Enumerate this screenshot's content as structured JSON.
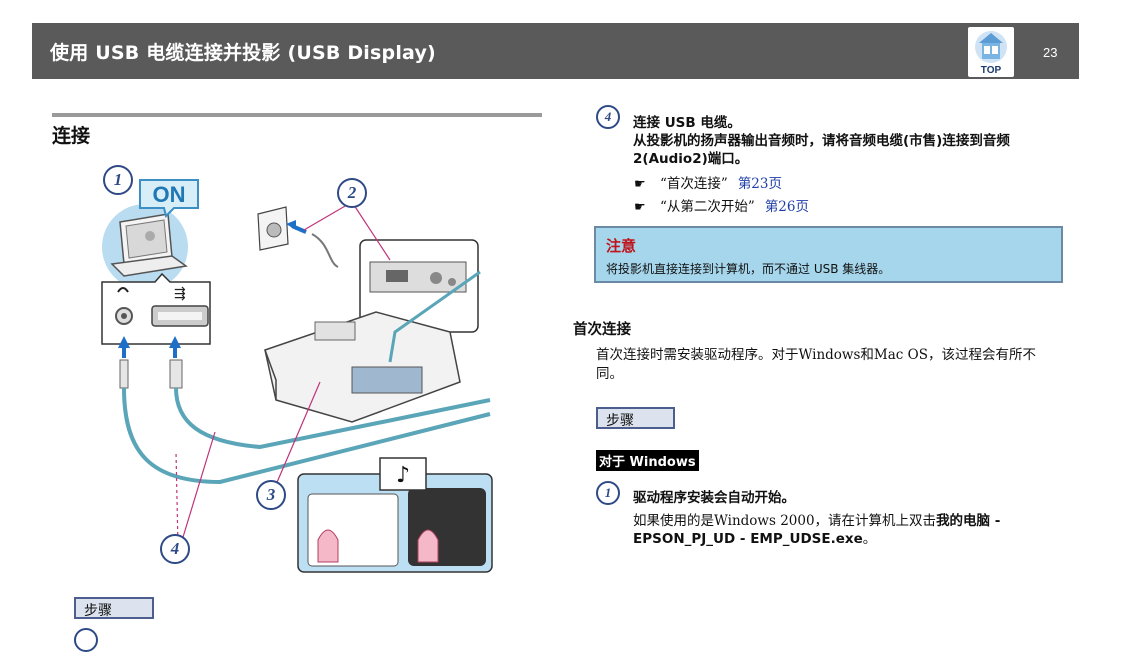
{
  "header": {
    "title": "使用 USB 电缆连接并投影 (USB Display)",
    "top_label": "TOP",
    "page_number": "23"
  },
  "left": {
    "section_title": "连接",
    "diagram": {
      "on_label": "ON",
      "callouts": [
        "1",
        "2",
        "3",
        "4"
      ]
    },
    "steps_label": "步骤"
  },
  "right": {
    "step4": {
      "num": "4",
      "line1": "连接 USB 电缆。",
      "line2": "从投影机的扬声器输出音频时，请将音频电缆(市售)连接到音频",
      "line3": "2(Audio2)端口。",
      "refs": [
        {
          "icon": "pointing-hand-icon",
          "text": "“首次连接”",
          "link": "第23页"
        },
        {
          "icon": "pointing-hand-icon",
          "text": "“从第二次开始”",
          "link": "第26页"
        }
      ]
    },
    "notice": {
      "title": "注意",
      "text": "将投影机直接连接到计算机，而不通过 USB 集线器。"
    },
    "first_connect": {
      "heading": "首次连接",
      "para_line1": "首次连接时需安装驱动程序。对于Windows和Mac OS，该过程会有所不",
      "para_line2": "同。",
      "steps_label": "步骤",
      "windows_tag": "对于 Windows",
      "step1": {
        "num": "1",
        "title": "驱动程序安装会自动开始。",
        "desc_part1": "如果使用的是Windows 2000，请在计算机上双击",
        "desc_bold1": "我的电脑 -",
        "desc_bold2": "EPSON_PJ_UD - EMP_UDSE.exe",
        "desc_end": "。"
      }
    }
  },
  "colors": {
    "header_bg": "#5a5a5a",
    "callout_border": "#2e4a86",
    "notice_bg": "#a6d6ec",
    "notice_title": "#c0141c",
    "link": "#1f3fa8",
    "cable": "#5aa6b8",
    "arrow": "#1e6fc8",
    "pointer_line": "#c0337a"
  }
}
